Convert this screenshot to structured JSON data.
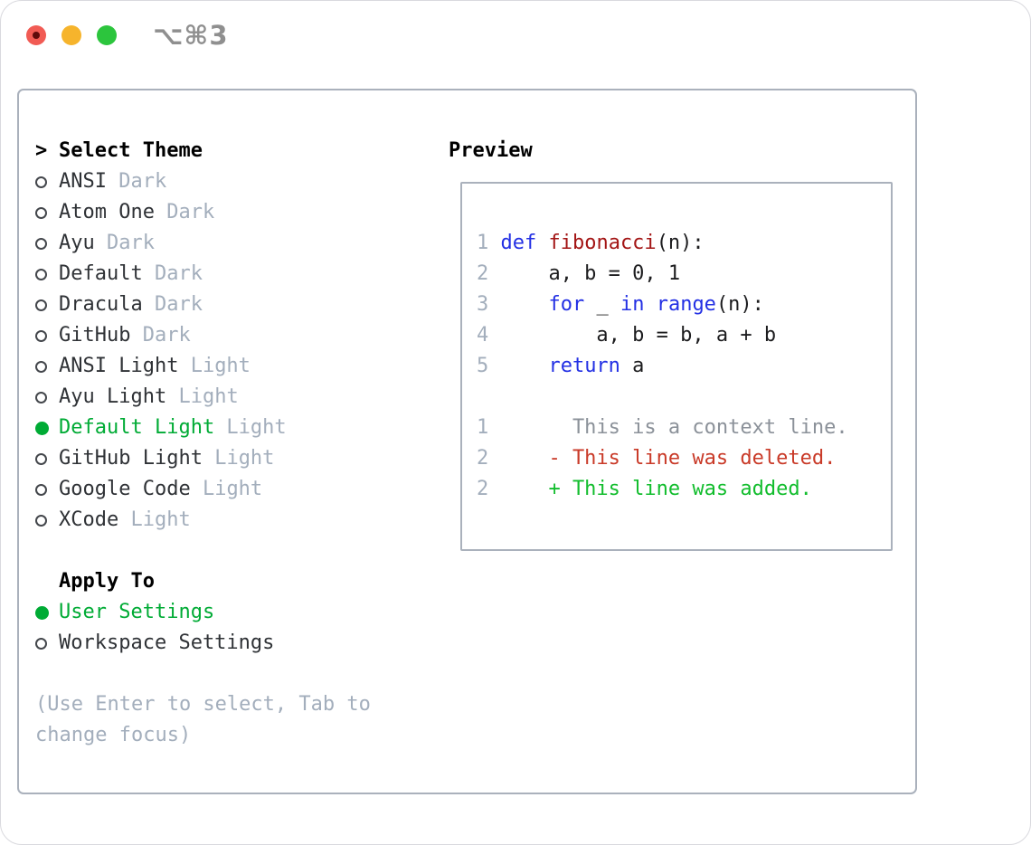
{
  "titlebar": {
    "shortcut": "⌥⌘3",
    "buttons": [
      "close",
      "minimize",
      "zoom"
    ]
  },
  "theme_selector": {
    "title_prefix": ">",
    "title": "Select Theme",
    "themes": [
      {
        "name": "ANSI",
        "variant": "Dark",
        "selected": false
      },
      {
        "name": "Atom One",
        "variant": "Dark",
        "selected": false
      },
      {
        "name": "Ayu",
        "variant": "Dark",
        "selected": false
      },
      {
        "name": "Default",
        "variant": "Dark",
        "selected": false
      },
      {
        "name": "Dracula",
        "variant": "Dark",
        "selected": false
      },
      {
        "name": "GitHub",
        "variant": "Dark",
        "selected": false
      },
      {
        "name": "ANSI Light",
        "variant": "Light",
        "selected": false
      },
      {
        "name": "Ayu Light",
        "variant": "Light",
        "selected": false
      },
      {
        "name": "Default Light",
        "variant": "Light",
        "selected": true
      },
      {
        "name": "GitHub Light",
        "variant": "Light",
        "selected": false
      },
      {
        "name": "Google Code",
        "variant": "Light",
        "selected": false
      },
      {
        "name": "XCode",
        "variant": "Light",
        "selected": false
      }
    ]
  },
  "apply_to": {
    "title": "Apply To",
    "options": [
      {
        "name": "User Settings",
        "selected": true
      },
      {
        "name": "Workspace Settings",
        "selected": false
      }
    ]
  },
  "help_text": [
    "(Use Enter to select, Tab to",
    "change focus)"
  ],
  "preview": {
    "title": "Preview",
    "lines": [
      {
        "num": "1",
        "segments": [
          {
            "text": "def",
            "style": "keyword"
          },
          {
            "text": " ",
            "style": "plain"
          },
          {
            "text": "fibonacci",
            "style": "function"
          },
          {
            "text": "(n):",
            "style": "plain"
          }
        ]
      },
      {
        "num": "2",
        "segments": [
          {
            "text": "    a, b = 0, 1",
            "style": "plain"
          }
        ]
      },
      {
        "num": "3",
        "segments": [
          {
            "text": "    ",
            "style": "plain"
          },
          {
            "text": "for",
            "style": "keyword"
          },
          {
            "text": " _ ",
            "style": "plain"
          },
          {
            "text": "in",
            "style": "keyword"
          },
          {
            "text": " ",
            "style": "plain"
          },
          {
            "text": "range",
            "style": "keyword"
          },
          {
            "text": "(n):",
            "style": "plain"
          }
        ]
      },
      {
        "num": "4",
        "segments": [
          {
            "text": "        a, b = b, a + b",
            "style": "plain"
          }
        ]
      },
      {
        "num": "5",
        "segments": [
          {
            "text": "    ",
            "style": "plain"
          },
          {
            "text": "return",
            "style": "keyword"
          },
          {
            "text": " a",
            "style": "plain"
          }
        ]
      },
      {
        "num": "",
        "segments": []
      },
      {
        "num": "1",
        "segments": [
          {
            "text": "      This is a context line.",
            "style": "context"
          }
        ]
      },
      {
        "num": "2",
        "segments": [
          {
            "text": "    - This line was deleted.",
            "style": "deleted"
          }
        ]
      },
      {
        "num": "2",
        "segments": [
          {
            "text": "    + This line was added.",
            "style": "added"
          }
        ]
      }
    ]
  },
  "colors": {
    "accent_green": "#00ab35",
    "keyword_blue": "#2330e4",
    "function_red": "#a31515",
    "deleted_red": "#c93a28",
    "added_green": "#12bd2d",
    "context_gray": "#8b9199",
    "muted_gray": "#a3aebc",
    "text_dark": "#2f3236",
    "border_gray": "#aab1bc",
    "traffic_red": "#f15b54",
    "traffic_yellow": "#f6b42c",
    "traffic_green": "#2cc53d",
    "shortcut_gray": "#8f8f8f"
  }
}
